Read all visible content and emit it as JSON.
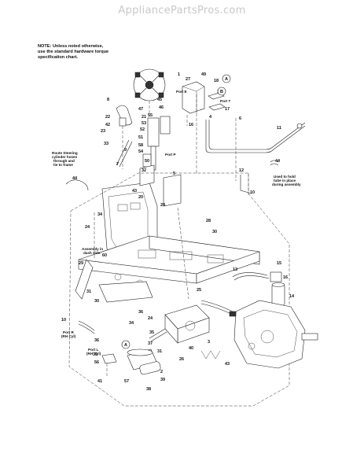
{
  "watermark": "AppliancePartsPros.com",
  "note": {
    "line1": "NOTE: Unless noted otherwise,",
    "line2": "use the standard hardware torque",
    "line3": "specification chart."
  },
  "callouts": {
    "route_steering": [
      "Route Steering",
      "cylinder hoses",
      "through and",
      "tie to frame"
    ],
    "assembly_dash": [
      "Assembly in",
      "dash side."
    ],
    "used_to_hold": [
      "Used to hold",
      "tube in place",
      "during assembly"
    ],
    "port_e": "Port E",
    "port_t": "Port T",
    "port_p": "Port P",
    "port_r": [
      "Port R",
      "(RH Cyl)"
    ],
    "port_l": [
      "Port L",
      "(RH Cyl)"
    ]
  },
  "markers": {
    "a": "A",
    "b": "B"
  },
  "part_numbers": [
    "1",
    "2",
    "3",
    "4",
    "5",
    "6",
    "7",
    "8",
    "9",
    "10",
    "11",
    "12",
    "13",
    "14",
    "15",
    "16",
    "17",
    "18",
    "19",
    "20",
    "21",
    "22",
    "23",
    "24",
    "25",
    "26",
    "27",
    "28",
    "29",
    "30",
    "31",
    "32",
    "33",
    "34",
    "35",
    "36",
    "37",
    "38",
    "39",
    "40",
    "41",
    "42",
    "43",
    "44",
    "45",
    "46",
    "47",
    "49",
    "50",
    "51",
    "52",
    "53",
    "54",
    "55",
    "56",
    "57",
    "58",
    "60"
  ]
}
